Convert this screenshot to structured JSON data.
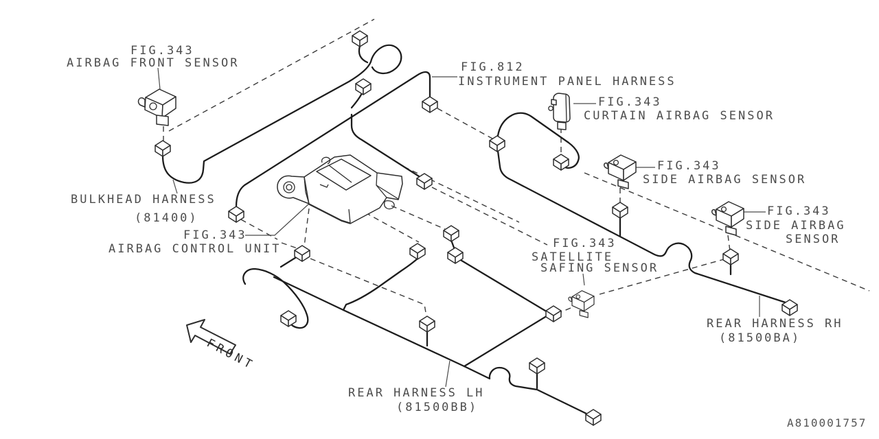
{
  "title": "Airbag wiring harness parts diagram",
  "colors": {
    "line": "#1d1d1d",
    "text": "#4d4d4d",
    "background": "#ffffff"
  },
  "callouts": {
    "front_sensor": {
      "fig": "FIG.343",
      "name": "AIRBAG FRONT SENSOR"
    },
    "instrument_panel": {
      "fig": "FIG.812",
      "name": "INSTRUMENT PANEL HARNESS"
    },
    "curtain_sensor": {
      "fig": "FIG.343",
      "name": "CURTAIN AIRBAG SENSOR"
    },
    "side_sensor_1": {
      "fig": "FIG.343",
      "name": "SIDE AIRBAG SENSOR"
    },
    "side_sensor_2": {
      "fig": "FIG.343",
      "name_line1": "SIDE AIRBAG",
      "name_line2": "SENSOR"
    },
    "bulkhead_harness": {
      "name": "BULKHEAD HARNESS",
      "part_no": "(81400)"
    },
    "control_unit": {
      "fig": "FIG.343",
      "name": "AIRBAG CONTROL UNIT"
    },
    "satellite_sensor": {
      "fig": "FIG.343",
      "name_line1": "SATELLITE",
      "name_line2": "SAFING SENSOR"
    },
    "rear_harness_rh": {
      "name": "REAR HARNESS RH",
      "part_no": "(81500BA)"
    },
    "rear_harness_lh": {
      "name": "REAR HARNESS LH",
      "part_no": "(81500BB)"
    }
  },
  "orientation": {
    "front_label": "FRONT"
  },
  "drawing_number": "A810001757"
}
